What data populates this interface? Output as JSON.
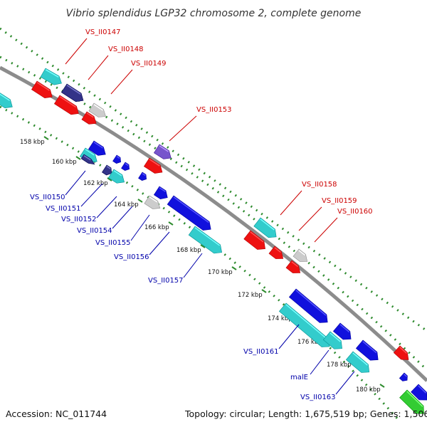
{
  "title": "Vibrio splendidus LGP32 chromosome 2, complete genome",
  "footer": {
    "accession": "Accession: NC_011744",
    "summary": "Topology: circular; Length: 1,675,519 bp; Genes: 1,506"
  },
  "colors": {
    "backbone": "#8c8c8c",
    "grid": "#2e8b2e",
    "forward_label": "#cc0000",
    "reverse_label": "#0000aa",
    "cyan": "#33cccc",
    "red": "#ee1111",
    "blue": "#1111dd",
    "navy": "#333388",
    "purple": "#7755cc",
    "grey": "#cccccc",
    "green": "#33cc33"
  },
  "ticks": [
    "158 kbp",
    "160 kbp",
    "162 kbp",
    "164 kbp",
    "166 kbp",
    "168 kbp",
    "170 kbp",
    "172 kbp",
    "174 kbp",
    "176 kbp",
    "178 kbp",
    "180 kbp"
  ],
  "forward_labels": [
    "VS_II0147",
    "VS_II0148",
    "VS_II0149",
    "VS_II0153",
    "VS_II0158",
    "VS_II0159",
    "VS_II0160"
  ],
  "reverse_labels": [
    "VS_II0150",
    "VS_II0151",
    "VS_II0152",
    "VS_II0154",
    "VS_II0155",
    "VS_II0156",
    "VS_II0157",
    "VS_II0161",
    "malE",
    "VS_II0163"
  ]
}
